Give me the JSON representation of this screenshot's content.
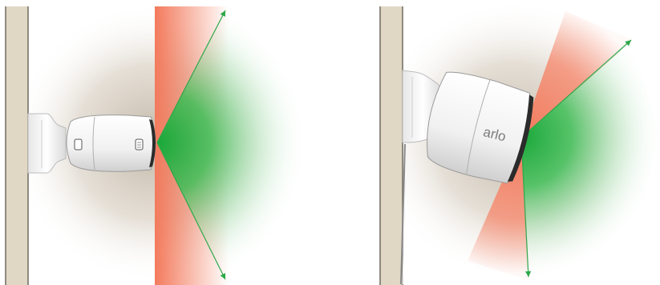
{
  "panels": [
    {
      "name": "camera-straight-mount"
    },
    {
      "name": "camera-angled-mount",
      "logo_text": "arlo"
    }
  ],
  "colors": {
    "wall": "#e0d8c4",
    "wall_edge": "#6f6a5e",
    "halo": "#d9cfc0",
    "blind_zone": "#f4866a",
    "coverage": "#25b440",
    "arrow": "#2da84a",
    "camera_body": "#f4f4f4",
    "camera_lens": "#2b2b2b"
  },
  "icons": [
    "wall",
    "camera-icon",
    "field-of-view-arrow"
  ]
}
